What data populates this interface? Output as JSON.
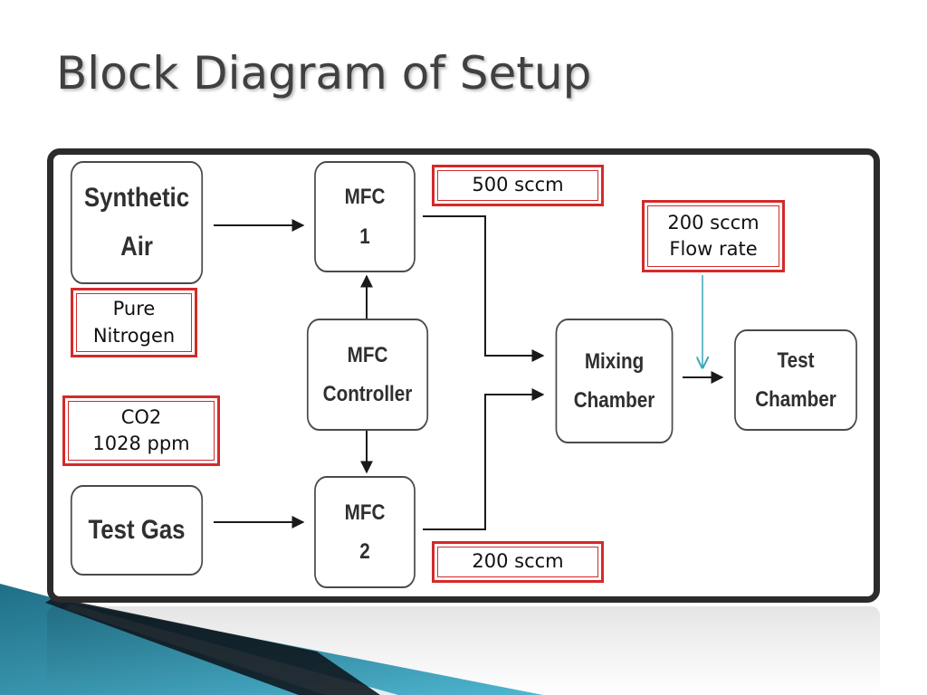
{
  "slide": {
    "title": "Block Diagram of Setup"
  },
  "blocks": {
    "synthetic_air": "Synthetic\nAir",
    "test_gas": "Test Gas",
    "mfc1": "MFC\n1",
    "mfc_controller": "MFC\nController",
    "mfc2": "MFC\n2",
    "mixing_chamber": "Mixing\nChamber",
    "test_chamber": "Test\nChamber"
  },
  "labels": {
    "pure_nitrogen": "Pure\nNitrogen",
    "co2": "CO2\n1028 ppm",
    "mfc1_rate": "500 sccm",
    "mfc2_rate": "200 sccm",
    "flow_rate": "200 sccm\nFlow rate"
  },
  "colors": {
    "label_border": "#d42a2a",
    "annotation_arrow": "#3aa7b8",
    "frame": "#2b2b2b"
  }
}
